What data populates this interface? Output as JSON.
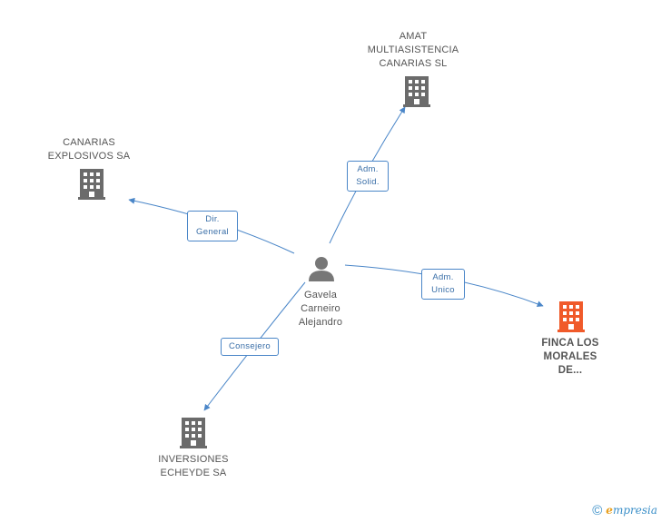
{
  "colors": {
    "edge": "#4a86c8",
    "building": "#6b6b6b",
    "highlight": "#f05a2a",
    "person": "#777777"
  },
  "center_node": {
    "name": [
      "Gavela",
      "Carneiro",
      "Alejandro"
    ],
    "icon": "person-icon"
  },
  "nodes": [
    {
      "id": "amat",
      "name": [
        "AMAT",
        "MULTIASISTENCIA",
        "CANARIAS SL"
      ],
      "icon": "building-icon"
    },
    {
      "id": "canarias",
      "name": [
        "CANARIAS",
        "EXPLOSIVOS SA"
      ],
      "icon": "building-icon"
    },
    {
      "id": "finca",
      "name": [
        "FINCA LOS",
        "MORALES",
        "DE..."
      ],
      "icon": "building-icon",
      "highlight": true
    },
    {
      "id": "inversiones",
      "name": [
        "INVERSIONES",
        "ECHEYDE SA"
      ],
      "icon": "building-icon"
    }
  ],
  "edges": [
    {
      "to": "amat",
      "label": [
        "Adm.",
        "Solid."
      ]
    },
    {
      "to": "canarias",
      "label": [
        "Dir.",
        "General"
      ]
    },
    {
      "to": "finca",
      "label": [
        "Adm.",
        "Unico"
      ]
    },
    {
      "to": "inversiones",
      "label": [
        "Consejero"
      ]
    }
  ],
  "footer": {
    "copyright": "©",
    "brand_first": "e",
    "brand_rest": "mpresia"
  }
}
